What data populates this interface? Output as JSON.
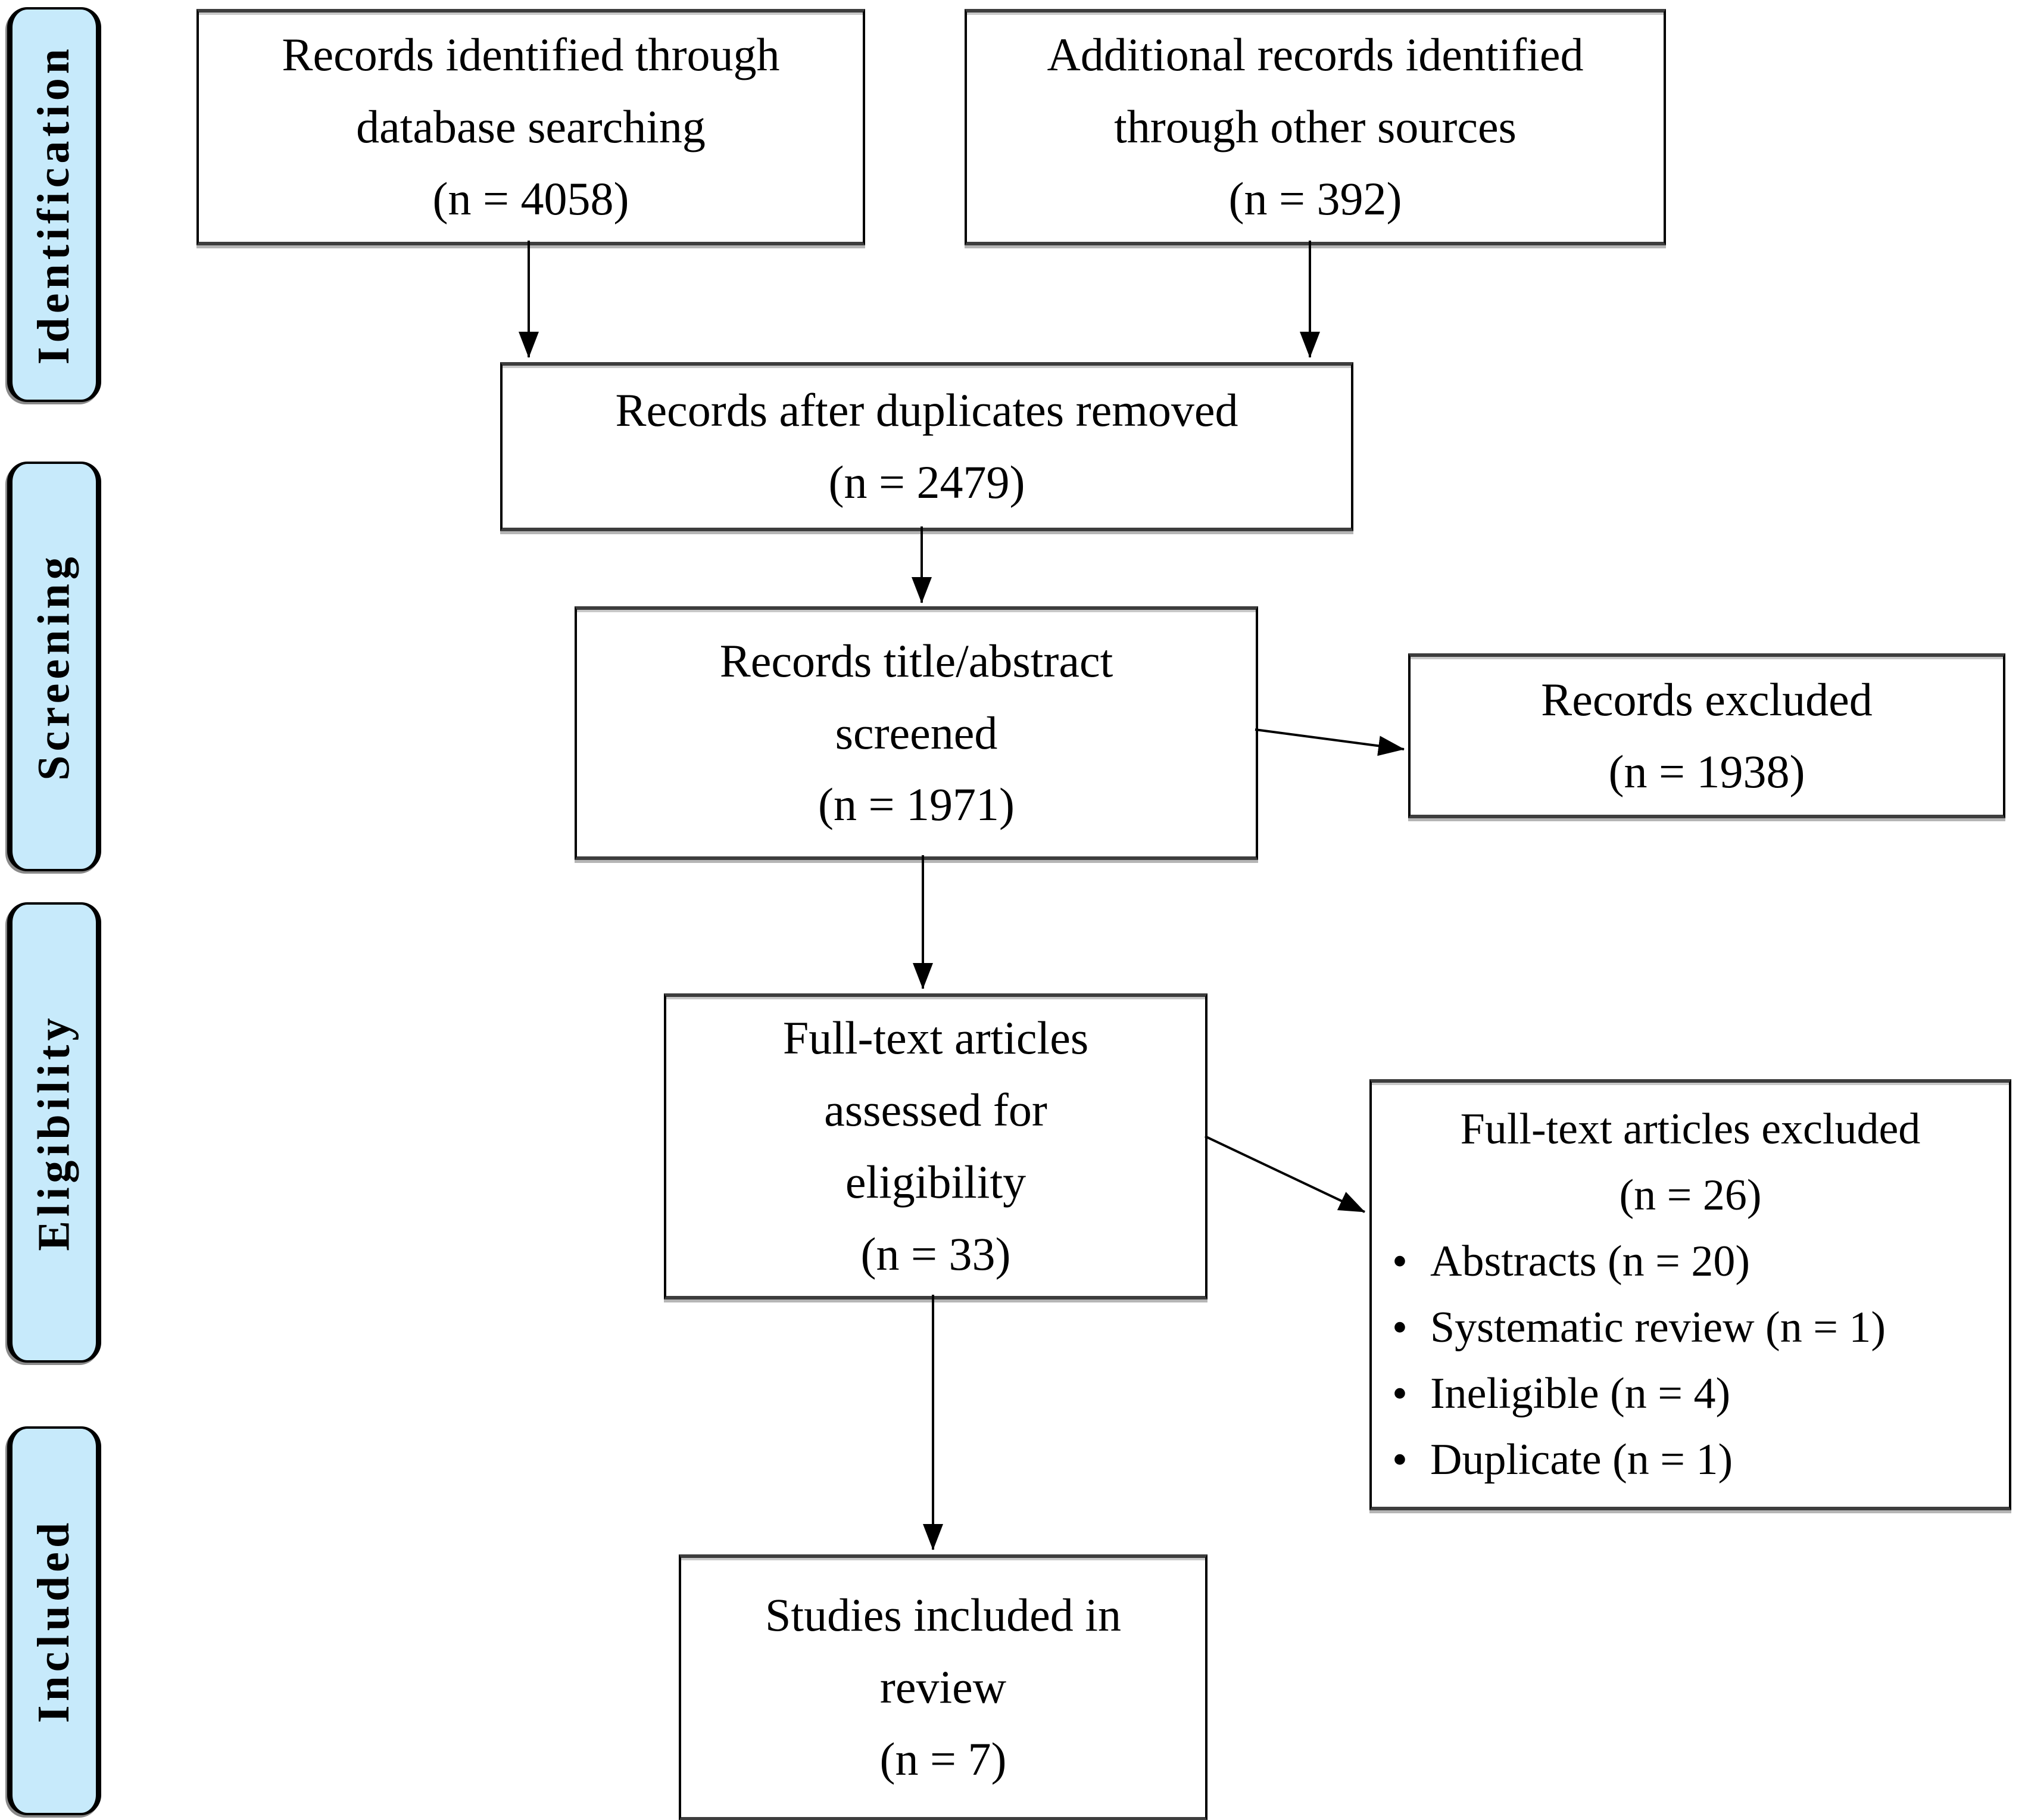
{
  "diagram": {
    "colors": {
      "stage_fill": "#c7eafb",
      "box_fill": "#ffffff",
      "border": "#000000",
      "shadow": "#b5b5b5",
      "text": "#000000"
    },
    "bullet_char": "•",
    "stages": [
      {
        "label": "Identification"
      },
      {
        "label": "Screening"
      },
      {
        "label": "Eligibility"
      },
      {
        "label": "Included"
      }
    ],
    "boxes": {
      "identified": {
        "lines": [
          "Records identified through",
          "database searching",
          "(n = 4058)"
        ]
      },
      "additional": {
        "lines": [
          "Additional records identified",
          "through other sources",
          "(n = 392)"
        ]
      },
      "deduplicated": {
        "lines": [
          "Records after duplicates removed",
          "(n = 2479)"
        ]
      },
      "screened": {
        "lines": [
          "Records title/abstract",
          "screened",
          "(n = 1971)"
        ]
      },
      "records_excluded": {
        "lines": [
          "Records excluded",
          "(n = 1938)"
        ]
      },
      "fulltext_assessed": {
        "lines": [
          "Full-text articles",
          "assessed for",
          "eligibility",
          "(n = 33)"
        ]
      },
      "fulltext_excluded": {
        "title": "Full-text articles excluded",
        "count": "(n = 26)",
        "bullets": [
          "Abstracts (n = 20)",
          "Systematic review (n = 1)",
          "Ineligible (n = 4)",
          "Duplicate (n = 1)"
        ]
      },
      "studies_included": {
        "lines": [
          "Studies included in",
          "review",
          "(n = 7)"
        ]
      }
    }
  }
}
